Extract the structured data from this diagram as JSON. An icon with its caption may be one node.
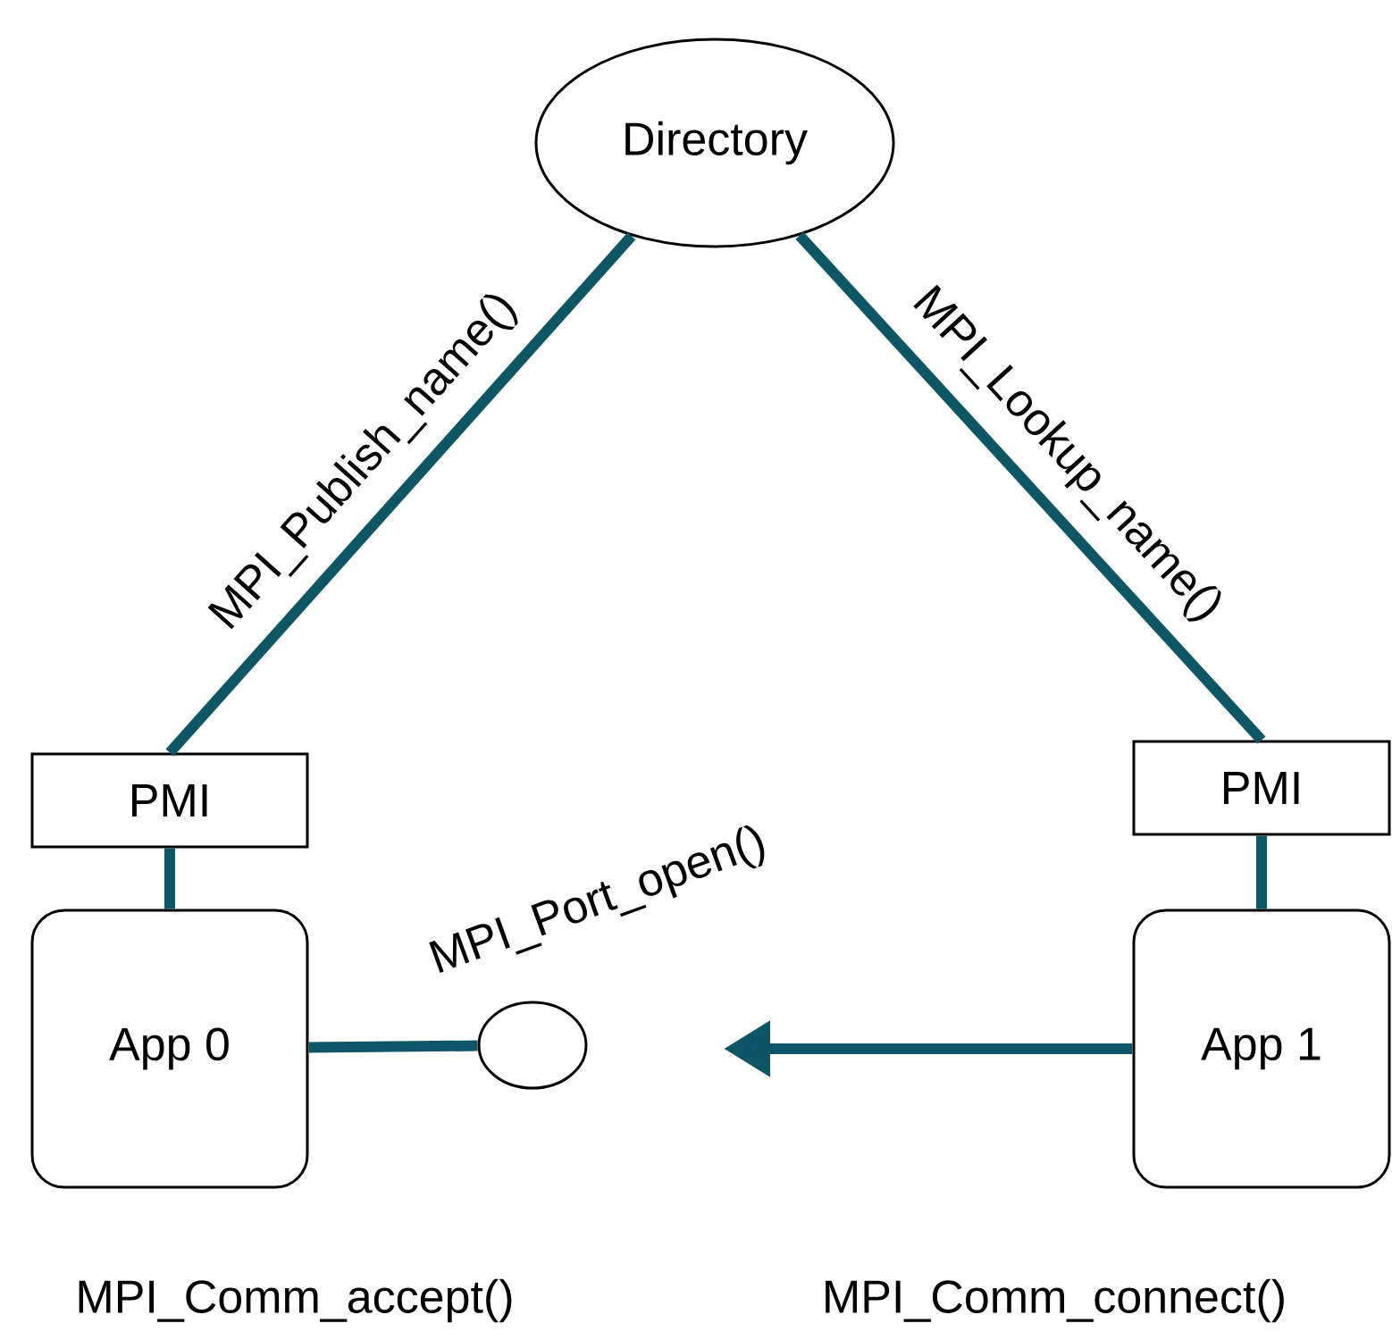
{
  "diagram": {
    "nodes": [
      {
        "text": [
          "Directory"
        ]
      },
      {
        "text": [
          "PMI"
        ]
      },
      {
        "text": [
          "App 0"
        ]
      },
      {
        "text": [],
        "shape": "circle",
        "beside": [
          "MPI_Port_open()"
        ]
      },
      {
        "text": [
          "PMI"
        ]
      },
      {
        "text": [
          "App 1"
        ]
      }
    ],
    "edges": [
      {
        "from": 1,
        "to": 0,
        "arrow": "none",
        "label": "MPI_Publish_name()"
      },
      {
        "from": 0,
        "to": 4,
        "arrow": "none",
        "label": "MPI_Lookup_name()"
      },
      {
        "from": 1,
        "to": 2,
        "arrow": "none"
      },
      {
        "from": 2,
        "to": 3,
        "arrow": "none"
      },
      {
        "from": 4,
        "to": 5,
        "arrow": "none"
      },
      {
        "from": 5,
        "to": null,
        "arrow": "to"
      }
    ],
    "labels": [
      "MPI_Comm_accept()",
      "MPI_Comm_connect()"
    ]
  }
}
